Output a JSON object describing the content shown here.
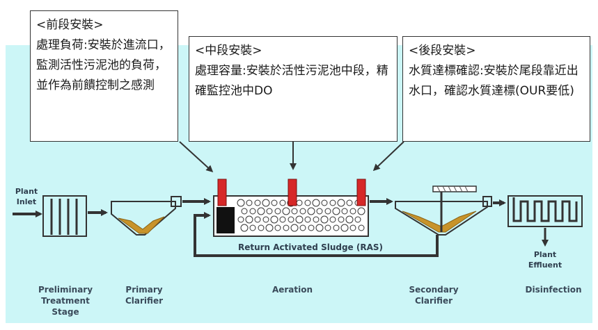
{
  "colors": {
    "background": "#ccf6f7",
    "sensor": "#d62828",
    "sludge": "#c8932a",
    "line": "#333333"
  },
  "callouts": {
    "front": {
      "heading": "<前段安裝>",
      "body": "處理負荷:安裝於進流口，監測活性污泥池的負荷，並作為前饋控制之感測"
    },
    "middle": {
      "heading": "<中段安裝>",
      "body": "處理容量:安裝於活性污泥池中段，精確監控池中DO"
    },
    "rear": {
      "heading": "<後段安裝>",
      "body": "水質達標確認:安裝於尾段靠近出水口，確認水質達標(OUR要低)"
    }
  },
  "diagram": {
    "plant_inlet": [
      "Plant",
      "Inlet"
    ],
    "plant_effluent": [
      "Plant",
      "Effluent"
    ],
    "ras_label": "Return Activated Sludge (RAS)",
    "stages": {
      "preliminary": [
        "Preliminary",
        "Treatment",
        "Stage"
      ],
      "primary": [
        "Primary",
        "Clarifier"
      ],
      "aeration": [
        "Aeration"
      ],
      "secondary": [
        "Secondary",
        "Clarifier"
      ],
      "disinfection": [
        "Disinfection"
      ]
    }
  }
}
